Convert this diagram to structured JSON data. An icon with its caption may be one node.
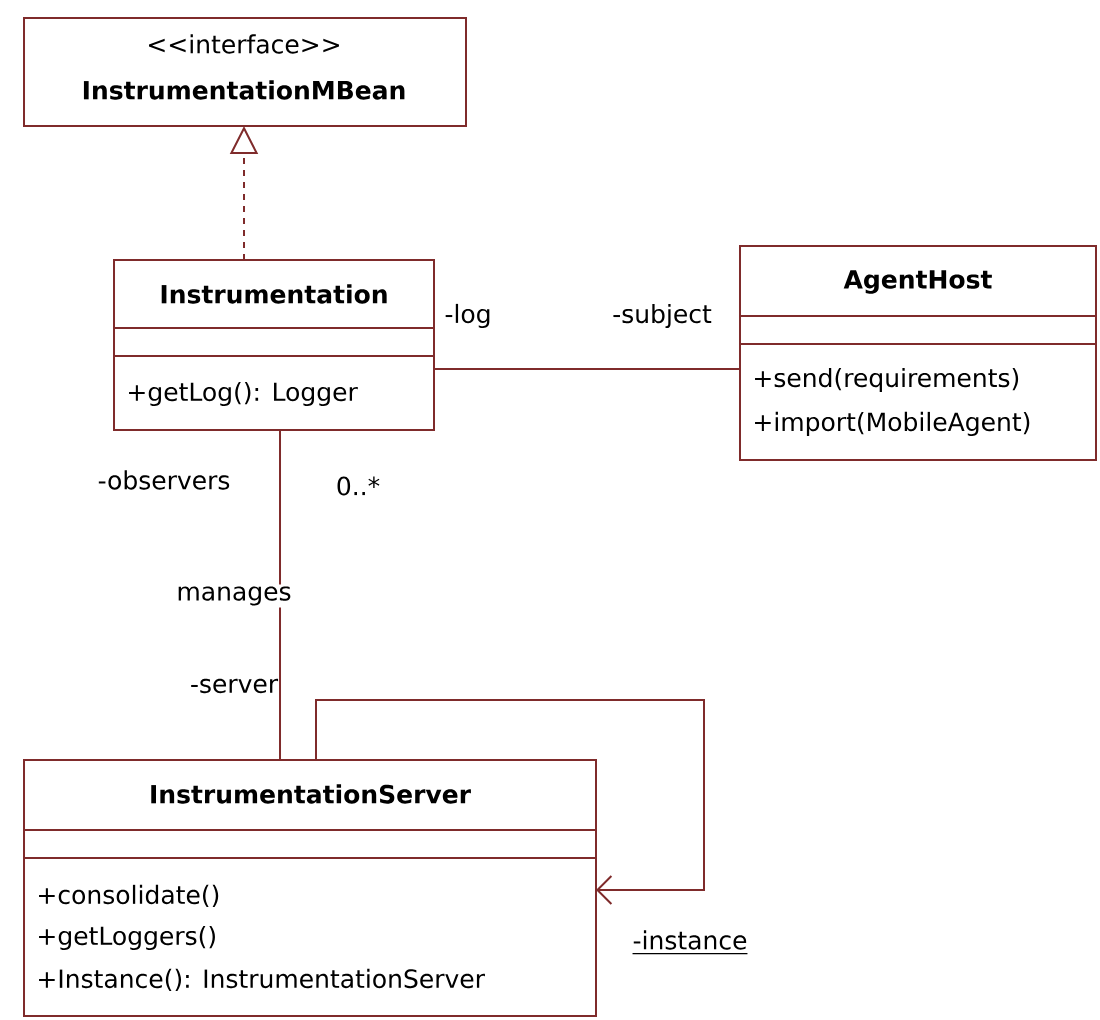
{
  "diagram": {
    "nodes": [
      {
        "text": [
          "<<interface>>",
          "InstrumentationMBean"
        ]
      },
      {
        "text": [
          "Instrumentation",
          "+getLog(): Logger"
        ]
      },
      {
        "text": [
          "AgentHost",
          "+send(requirements)",
          "+import(MobileAgent)"
        ]
      },
      {
        "text": [
          "InstrumentationServer",
          "+consolidate()",
          "+getLoggers()",
          "+Instance(): InstrumentationServer"
        ]
      }
    ],
    "edges": [
      {
        "from": 1,
        "to": 0,
        "arrow": "to",
        "style": "dashed"
      },
      {
        "from": 1,
        "to": 2,
        "arrow": "none"
      },
      {
        "from": 1,
        "to": 3,
        "arrow": "none",
        "label": "manages"
      },
      {
        "from": 3,
        "to": 3,
        "arrow": "to"
      }
    ],
    "labels": [
      "-log",
      "-subject",
      "-observers",
      "0..*",
      "-server",
      "-instance"
    ]
  }
}
